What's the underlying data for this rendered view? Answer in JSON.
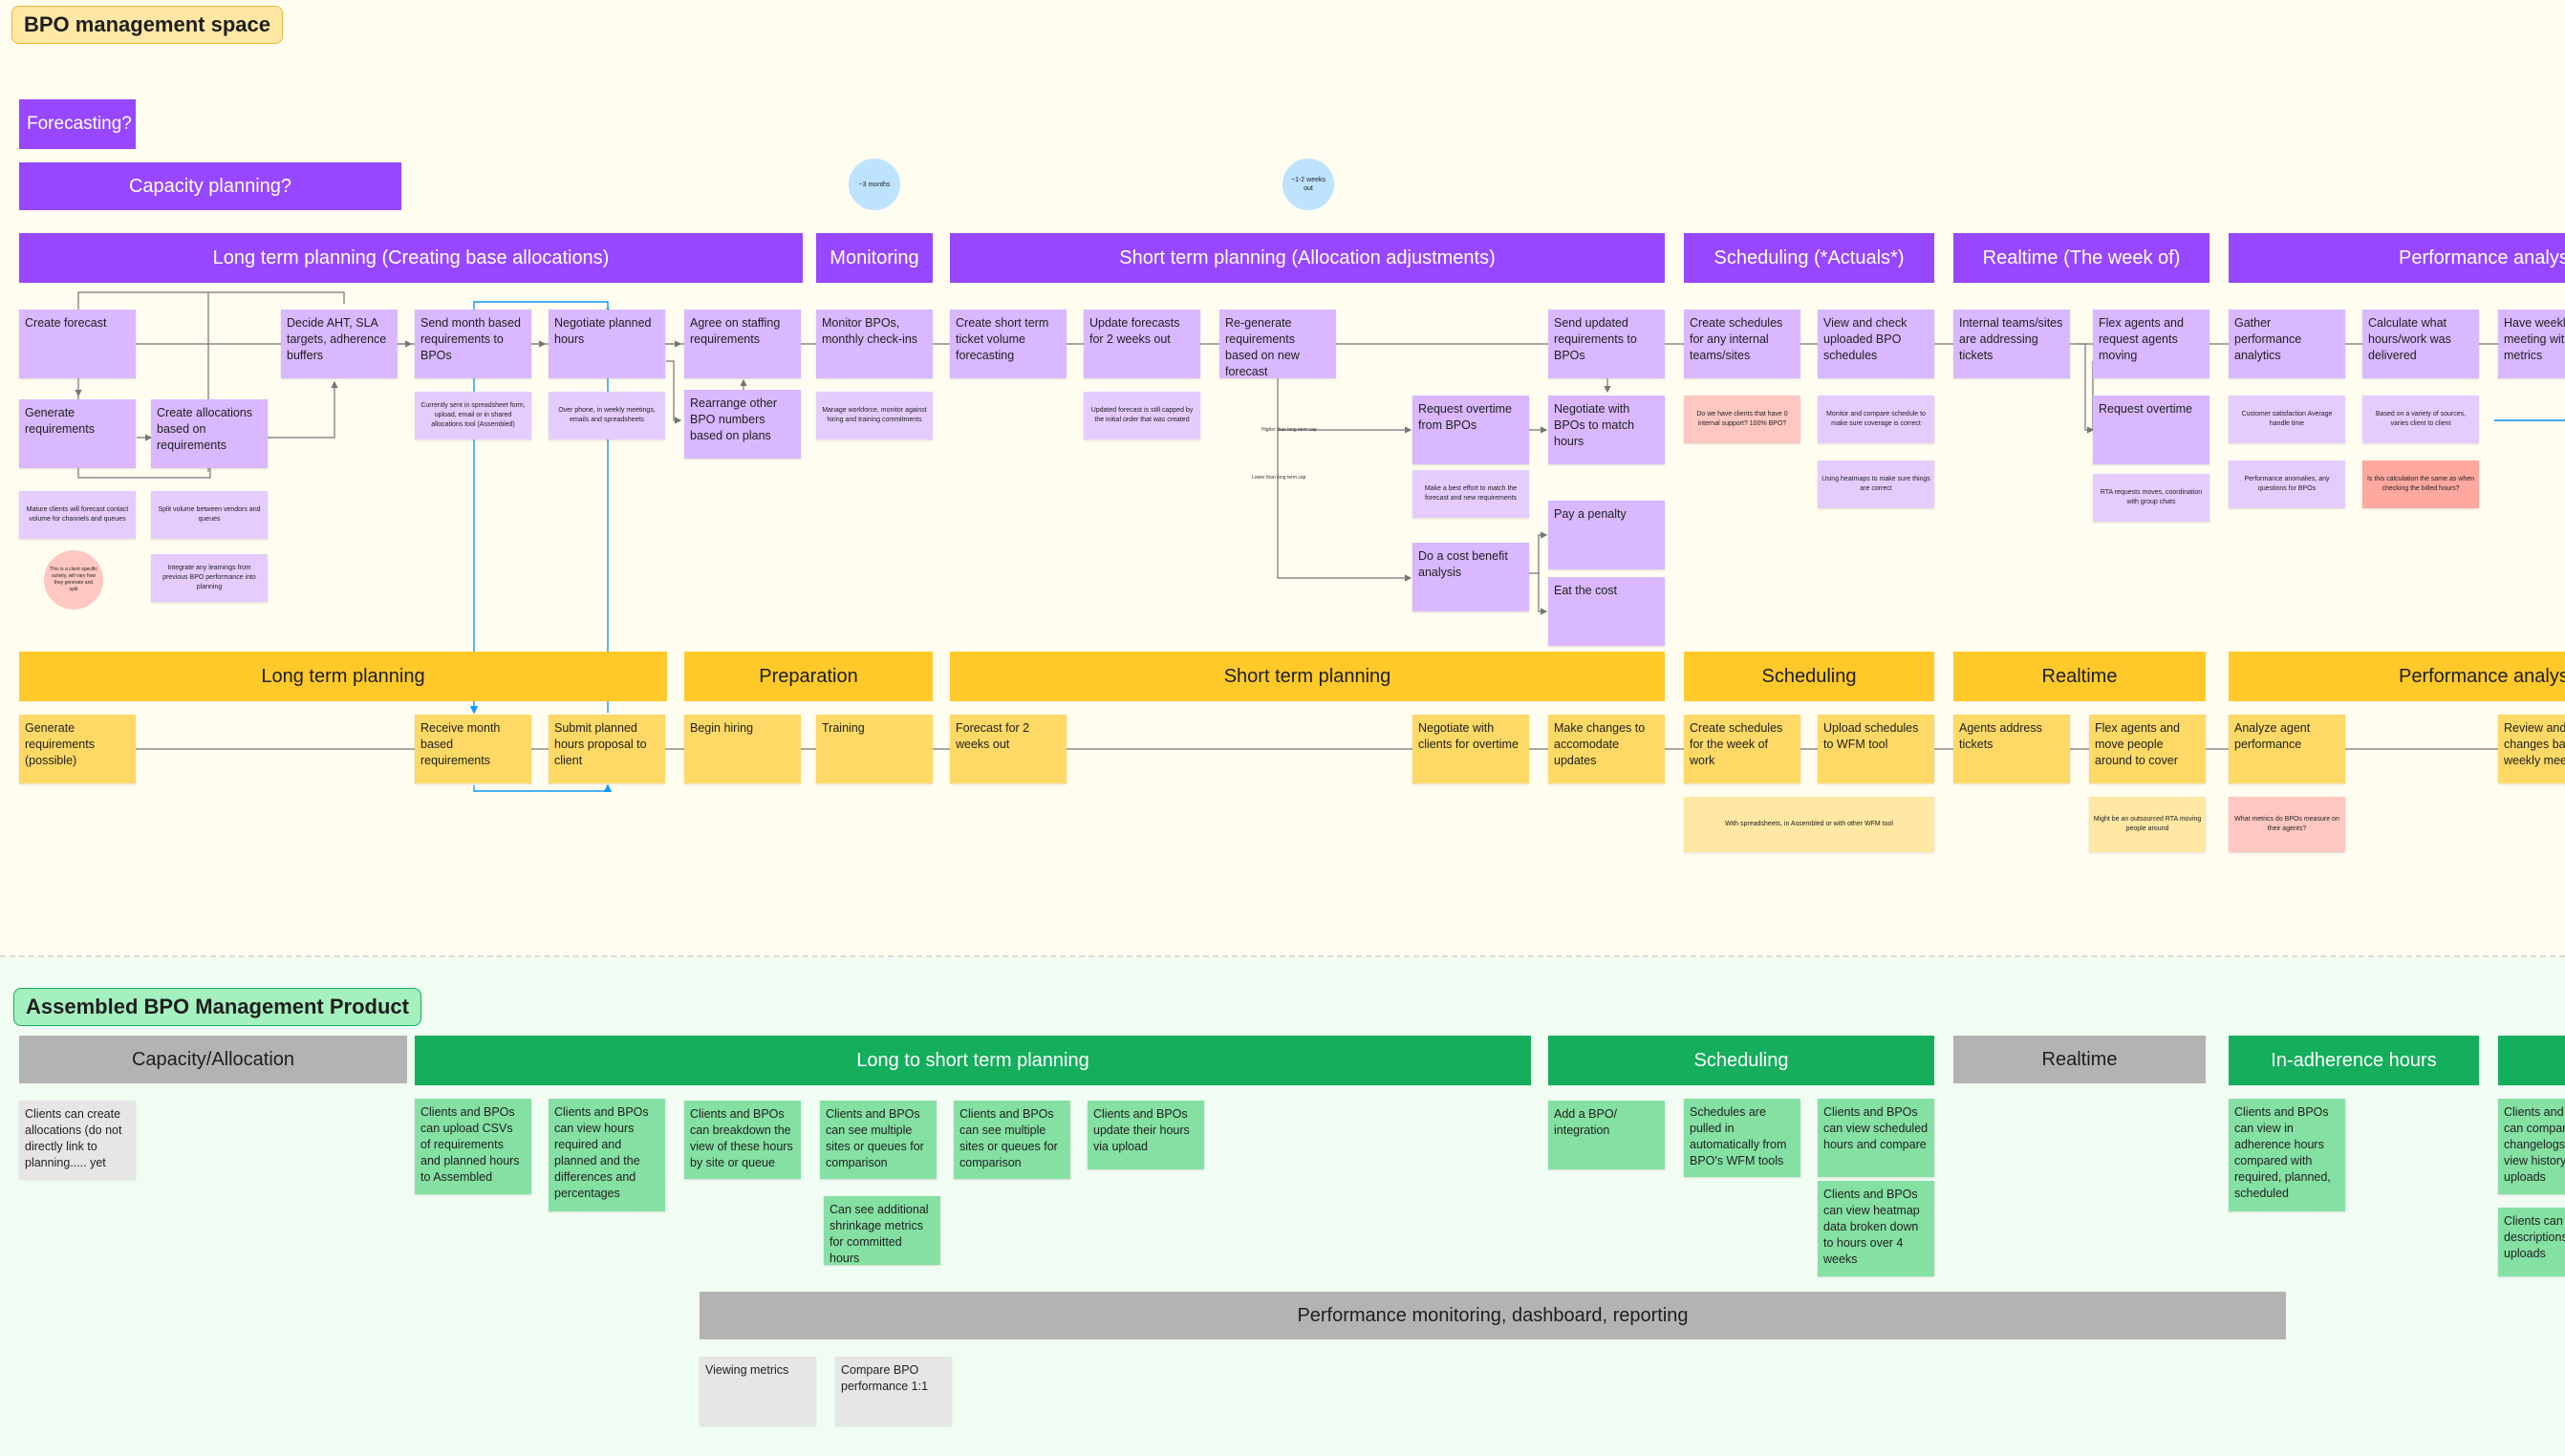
{
  "top_section": {
    "title": "BPO management space",
    "forecasting_label": "Forecasting?",
    "capacity_label": "Capacity planning?",
    "circle_3_months": "~3 months",
    "circle_1_2_weeks": "~1-2 weeks out",
    "purple_headers": [
      "Long term planning (Creating base allocations)",
      "Monitoring",
      "Short term planning (Allocation adjustments)",
      "Scheduling (*Actuals*)",
      "Realtime (The week of)",
      "Performance analysis"
    ],
    "yellow_headers": [
      "Long term planning",
      "Preparation",
      "Short term planning",
      "Scheduling",
      "Realtime",
      "Performance analysis"
    ],
    "internal_notes": {
      "create_forecast": "Create forecast",
      "generate_requirements": "Generate requirements",
      "create_allocations": "Create allocations based on requirements",
      "decide_aht": "Decide AHT, SLA targets, adherence buffers",
      "send_month_based": "Send month based requirements to BPOs",
      "negotiate_planned": "Negotiate planned hours",
      "agree_staffing": "Agree on staffing requirements",
      "rearrange_other": "Rearrange other BPO numbers based on plans",
      "monitor_bpos": "Monitor BPOs, monthly check-ins",
      "create_short_term": "Create short term ticket volume forecasting",
      "update_forecasts": "Update forecasts for 2 weeks out",
      "regenerate": "Re-generate requirements based on new forecast",
      "request_overtime_bpos": "Request overtime from BPOs",
      "cost_benefit": "Do a cost benefit analysis",
      "send_updated": "Send updated requirements to BPOs",
      "negotiate_match": "Negotiate with BPOs to match hours",
      "pay_penalty": "Pay a penalty",
      "eat_cost": "Eat the cost",
      "create_schedules_internal": "Create schedules for any internal teams/sites",
      "view_check_uploaded": "View and check uploaded BPO schedules",
      "internal_teams_sites": "Internal teams/sites are addressing tickets",
      "flex_agents_request": "Flex agents and request agents moving",
      "request_overtime": "Request overtime",
      "gather_performance": "Gather performance analytics",
      "calculate_hours": "Calculate what hours/work was delivered",
      "have_weekly": "Have weekly meeting with review metrics"
    },
    "small_notes": {
      "mature_clients": "Mature clients will forecast contact volume for channels and queues",
      "split_volume": "Split volume between vendors and queues",
      "integrate_learnings": "Integrate any learnings from previous BPO performance into planning",
      "client_specific": "This is a client specific activity, will vary how they generate and split",
      "currently_sent": "Currently sent in spreadsheet form, upload, email or in shared allocations tool (Assembled)",
      "over_phone": "Over phone, in weekly meetings, emails and spreadsheets",
      "manage_workforce": "Manage workforce, monitor against hiring and training commitments",
      "updated_forecast": "Updated forecast is still capped by the initial order that was created",
      "best_effort": "Make a best effort to match the forecast and new requirements",
      "internal_support": "Do we have clients that have 0 internal support? 100% BPO?",
      "monitor_compare": "Monitor and compare schedule to make sure coverage is correct",
      "using_heatmaps": "Using heatmaps to make sure things are correct",
      "rta_requests": "RTA requests moves, coordination with group chats",
      "customer_satisfaction": "Customer satisfaction Average handle time",
      "performance_anomalies": "Performance anomalies, any questions for BPOs",
      "based_on_variety": "Based on a variety of sources, varies client to client",
      "is_calculation_same": "Is this calculation the same as when checking the billed hours?",
      "with_spreadsheets": "With spreadsheets, in Assembled or with other WFM tool",
      "might_be_outsourced": "Might be an outsourced RTA moving people around",
      "what_metrics": "What metrics do BPOs measure on their agents?"
    },
    "arrow_labels": {
      "higher": "Higher than long term cap",
      "lower": "Lower than long term cap"
    },
    "bpo_notes": {
      "generate_possible": "Generate requirements (possible)",
      "receive_month": "Receive month based requirements",
      "submit_planned": "Submit planned hours proposal to client",
      "begin_hiring": "Begin hiring",
      "training": "Training",
      "forecast_2_weeks": "Forecast for 2 weeks out",
      "negotiate_overtime": "Negotiate with clients for overtime",
      "make_changes": "Make changes to accomodate updates",
      "create_schedules_week": "Create schedules for the week of work",
      "upload_schedules": "Upload schedules to WFM tool",
      "agents_address": "Agents address tickets",
      "flex_people": "Flex agents and move people around to cover",
      "analyze_agent": "Analyze agent performance",
      "review_changes": "Review and changes based on weekly meeting"
    }
  },
  "bottom_section": {
    "title": "Assembled BPO Management Product",
    "headers": [
      "Capacity/Allocation",
      "Long to short term planning",
      "Scheduling",
      "Realtime",
      "In-adherence hours",
      "Performance monitoring, dashboard, reporting"
    ],
    "notes": {
      "clients_create_allocations": "Clients can create allocations (do not directly link to planning..... yet",
      "upload_csvs": "Clients and BPOs can upload CSVs of requirements and planned hours to Assembled",
      "view_hours_required": "Clients and BPOs can view hours required and planned and the differences and percentages",
      "breakdown_view": "Clients and BPOs can breakdown the view of these hours by site or queue",
      "see_multiple_1": "Clients and BPOs can see multiple sites or queues for comparison",
      "see_multiple_2": "Clients and BPOs can see multiple sites or queues for comparison",
      "update_hours": "Clients and BPOs update their hours via upload",
      "see_shrinkage": "Can see additional shrinkage metrics for committed hours",
      "add_bpo": "Add a BPO/ integration",
      "schedules_pulled": "Schedules are pulled in automatically from BPO's WFM tools",
      "view_scheduled": "Clients and BPOs can view scheduled hours and compare",
      "view_heatmap": "Clients and BPOs can view heatmap data broken down to hours over 4 weeks",
      "view_adherence": "Clients and BPOs can view in adherence hours compared with required, planned, scheduled",
      "compare_changelogs": "Clients and BPOs can compare changelogs and view history of uploads",
      "add_descriptions": "Clients can add descriptions to uploads",
      "viewing_metrics": "Viewing metrics",
      "compare_bpo": "Compare BPO performance 1:1"
    }
  },
  "colors": {
    "purple_header": "#9747ff",
    "yellow_header": "#ffc929",
    "green_header": "#14ae5c",
    "gray_header": "#b3b3b3",
    "violet_sticky": "#d9b8ff",
    "yellow_sticky": "#ffd966",
    "green_sticky": "#85e0a3",
    "pink_sticky": "#ffc7c2",
    "gray_sticky": "#e6e6e6",
    "circle_blue": "#bde3ff",
    "connector_blue": "#0d99ff"
  }
}
